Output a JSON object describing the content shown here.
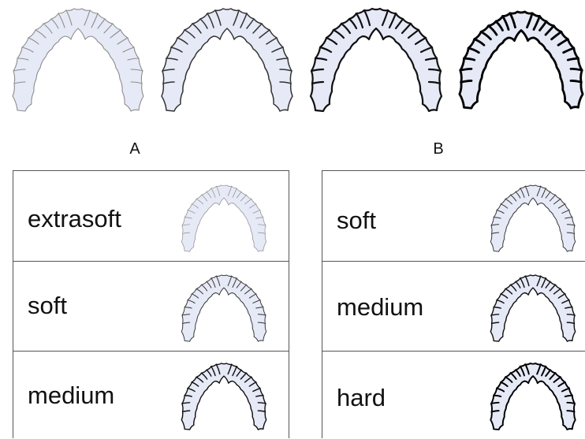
{
  "groups": [
    {
      "label": "A",
      "rows": [
        {
          "label": "extrasoft",
          "stroke": "#8d8d8d",
          "stroke_strength": "thin"
        },
        {
          "label": "soft",
          "stroke": "#333333",
          "stroke_strength": "regular"
        },
        {
          "label": "medium",
          "stroke": "#111111",
          "stroke_strength": "bold"
        }
      ]
    },
    {
      "label": "B",
      "rows": [
        {
          "label": "soft",
          "stroke": "#333333",
          "stroke_strength": "regular"
        },
        {
          "label": "medium",
          "stroke": "#111111",
          "stroke_strength": "bold"
        },
        {
          "label": "hard",
          "stroke": "#000000",
          "stroke_strength": "extra-bold"
        }
      ]
    }
  ],
  "colors": {
    "arch_fill": "#e6e9f6",
    "table_border": "#555555",
    "background": "#ffffff"
  },
  "icon": "dental-arch-icon"
}
